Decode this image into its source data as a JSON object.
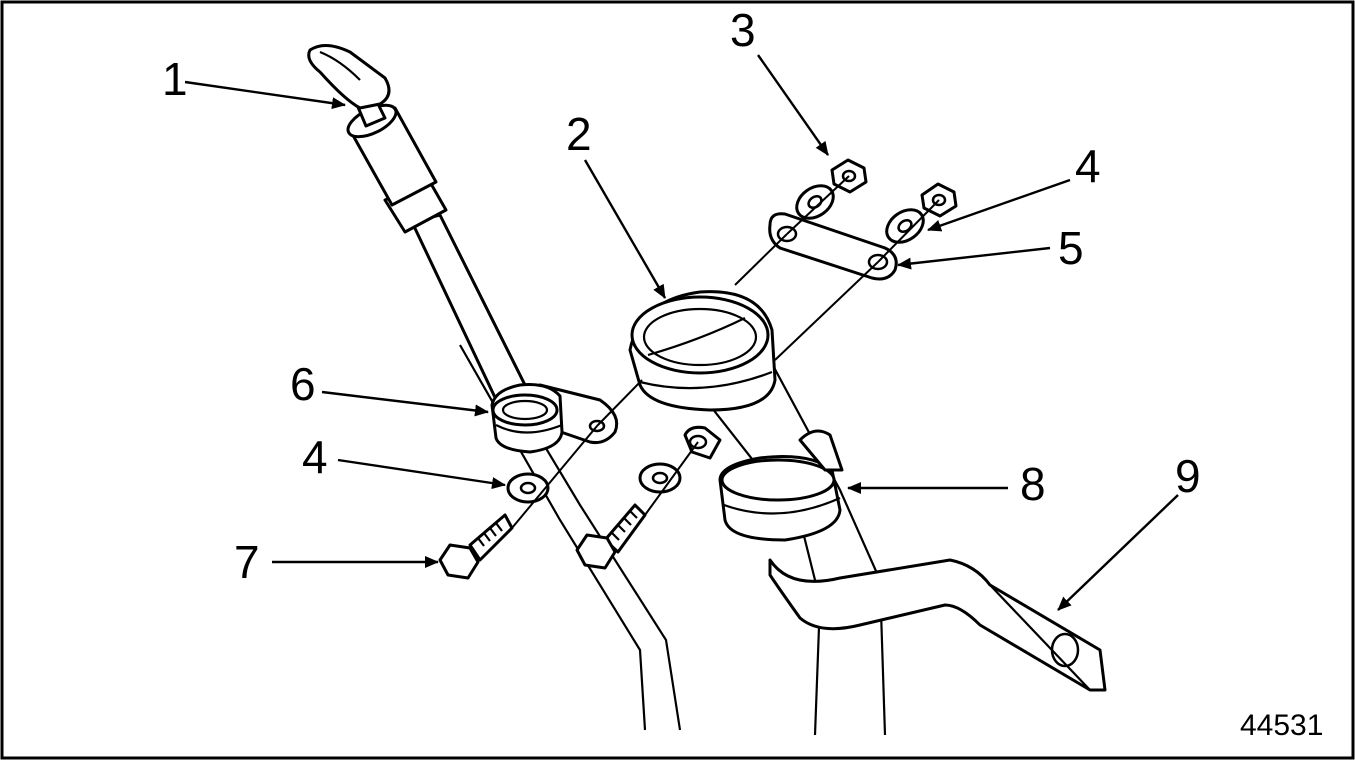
{
  "figure": {
    "figure_number": "44531",
    "callouts": {
      "c1": "1",
      "c2": "2",
      "c3": "3",
      "c4a": "4",
      "c4b": "4",
      "c5": "5",
      "c6": "6",
      "c7": "7",
      "c8": "8",
      "c9": "9"
    }
  }
}
